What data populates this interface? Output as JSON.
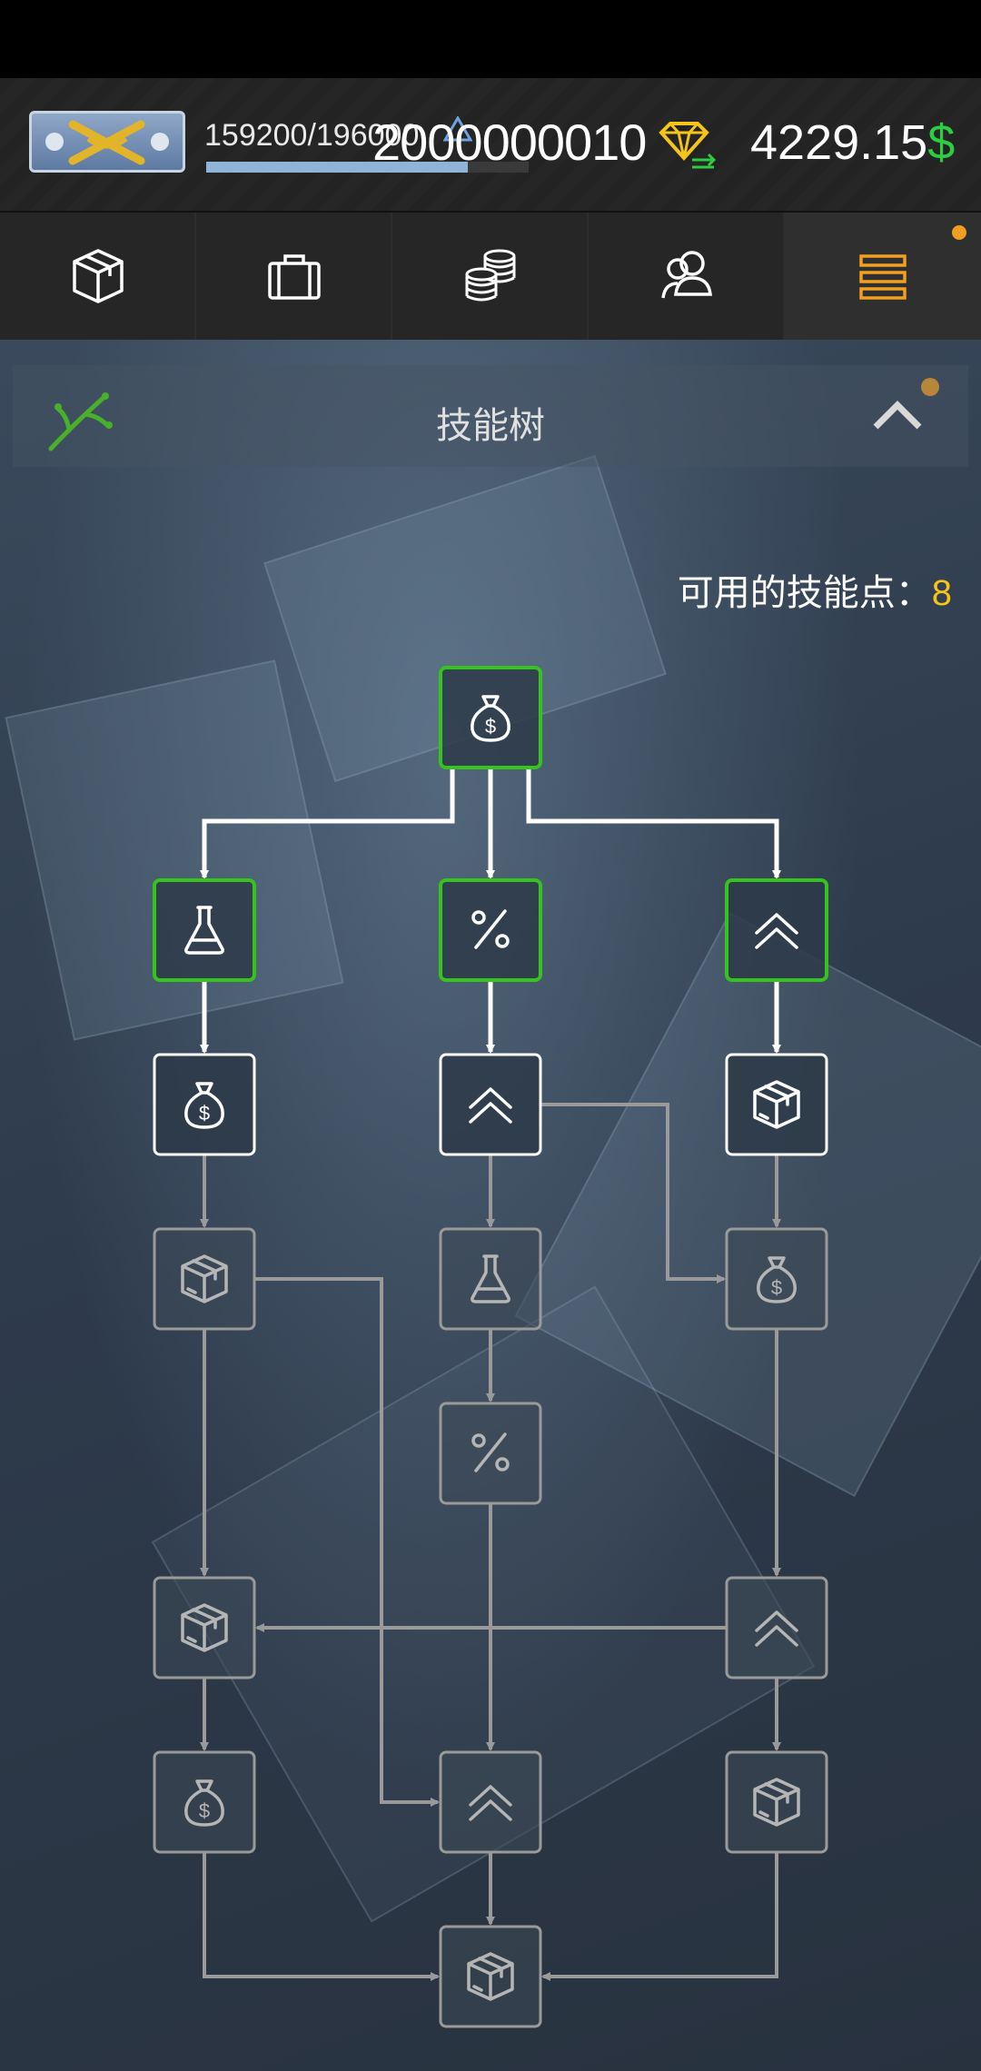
{
  "header": {
    "xp_text": "159200/196000",
    "xp_progress": 0.81,
    "diamonds": "2000000010",
    "money_amount": "4229.15",
    "money_symbol": "$"
  },
  "nav": {
    "tabs": [
      {
        "icon": "box-icon",
        "active": false
      },
      {
        "icon": "briefcase-icon",
        "active": false
      },
      {
        "icon": "coins-icon",
        "active": false
      },
      {
        "icon": "users-icon",
        "active": false
      },
      {
        "icon": "menu-icon",
        "active": true
      }
    ]
  },
  "skill_tree": {
    "title": "技能树",
    "points_label": "可用的技能点：",
    "points_value": "8",
    "nodes": [
      {
        "id": "n0",
        "icon": "moneybag",
        "state": "unlocked"
      },
      {
        "id": "n1",
        "icon": "flask",
        "state": "unlocked"
      },
      {
        "id": "n2",
        "icon": "percent",
        "state": "unlocked"
      },
      {
        "id": "n3",
        "icon": "chevrons",
        "state": "unlocked"
      },
      {
        "id": "n4",
        "icon": "moneybag",
        "state": "available"
      },
      {
        "id": "n5",
        "icon": "chevrons",
        "state": "available"
      },
      {
        "id": "n6",
        "icon": "box",
        "state": "available"
      },
      {
        "id": "n7",
        "icon": "box",
        "state": "locked"
      },
      {
        "id": "n8",
        "icon": "flask",
        "state": "locked"
      },
      {
        "id": "n9",
        "icon": "moneybag",
        "state": "locked"
      },
      {
        "id": "n10",
        "icon": "percent",
        "state": "locked"
      },
      {
        "id": "n11",
        "icon": "box",
        "state": "locked"
      },
      {
        "id": "n12",
        "icon": "chevrons",
        "state": "locked"
      },
      {
        "id": "n13",
        "icon": "moneybag",
        "state": "locked"
      },
      {
        "id": "n14",
        "icon": "chevrons",
        "state": "locked"
      },
      {
        "id": "n15",
        "icon": "box",
        "state": "locked"
      },
      {
        "id": "n16",
        "icon": "box",
        "state": "locked"
      }
    ]
  },
  "colors": {
    "unlocked_border": "#35c41e",
    "available_border": "#ffffff",
    "locked_border": "#9a9a9a",
    "points_value": "#f5c518",
    "money_symbol": "#2ecc40",
    "accent": "#f0a020"
  }
}
